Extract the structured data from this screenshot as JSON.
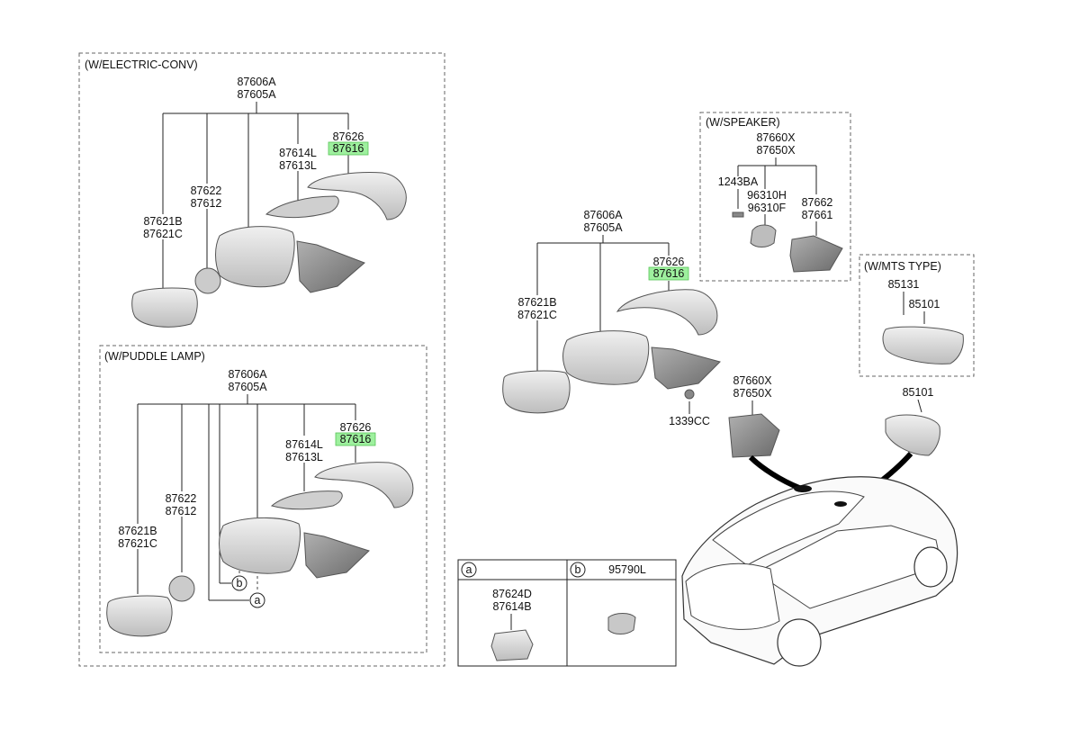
{
  "colors": {
    "highlight": "#9ef09e",
    "part_fill": "#d6d6d6",
    "part_dark": "#8a8a8a",
    "line": "#222222"
  },
  "left_electric": {
    "title": "(W/ELECTRIC-CONV)",
    "assy_a": "87606A",
    "assy_b": "87605A",
    "cover_a": "87626",
    "cover_b": "87616",
    "lamp_a": "87614L",
    "lamp_b": "87613L",
    "actuator_a": "87622",
    "actuator_b": "87612",
    "glass_a": "87621B",
    "glass_b": "87621C"
  },
  "left_puddle": {
    "title": "(W/PUDDLE LAMP)",
    "assy_a": "87606A",
    "assy_b": "87605A",
    "cover_a": "87626",
    "cover_b": "87616",
    "lamp_a": "87614L",
    "lamp_b": "87613L",
    "actuator_a": "87622",
    "actuator_b": "87612",
    "glass_a": "87621B",
    "glass_b": "87621C",
    "ref_a": "a",
    "ref_b": "b"
  },
  "center": {
    "assy_a": "87606A",
    "assy_b": "87605A",
    "cover_a": "87626",
    "cover_b": "87616",
    "glass_a": "87621B",
    "glass_b": "87621C",
    "clip": "1339CC",
    "speaker_a": "87660X",
    "speaker_b": "87650X",
    "room_mirror": "85101"
  },
  "speaker_box": {
    "title": "(W/SPEAKER)",
    "assy_a": "87660X",
    "assy_b": "87650X",
    "bolt": "1243BA",
    "speaker_a": "96310H",
    "speaker_b": "96310F",
    "garnish_a": "87662",
    "garnish_b": "87661"
  },
  "mts_box": {
    "title": "(W/MTS TYPE)",
    "cover": "85131",
    "mirror": "85101"
  },
  "ref_table": {
    "a_letter": "a",
    "b_letter": "b",
    "a_part_1": "87624D",
    "a_part_2": "87614B",
    "b_part": "95790L"
  }
}
